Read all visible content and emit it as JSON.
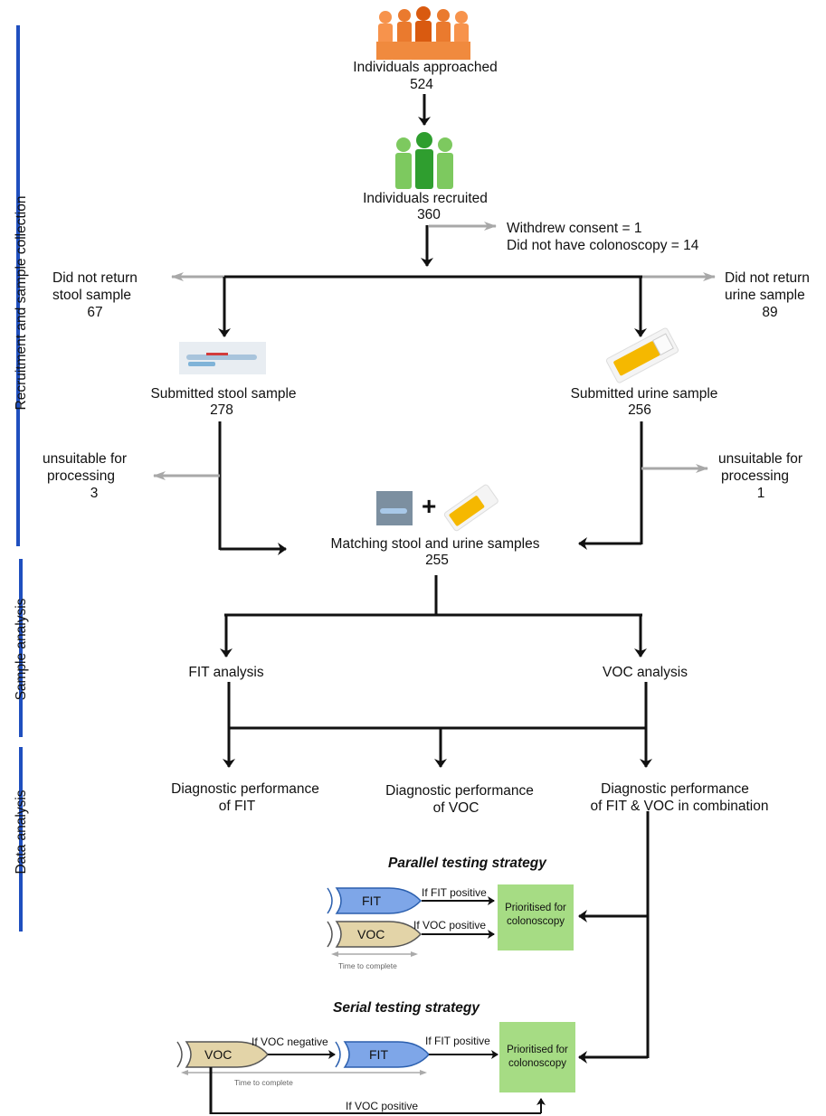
{
  "sidebar": {
    "phase1": "Recruitment and sample collection",
    "phase2": "Sample analysis",
    "phase3": "Data analysis"
  },
  "approached": {
    "label": "Individuals approached",
    "count": "524"
  },
  "recruited": {
    "label": "Individuals recruited",
    "count": "360"
  },
  "exclusions": {
    "withdrew": "Withdrew consent = 1",
    "no_colonoscopy": "Did not have colonoscopy = 14"
  },
  "stool": {
    "not_returned_line1": "Did not return",
    "not_returned_line2": "stool sample",
    "not_returned_count": "67",
    "submitted": "Submitted stool sample",
    "submitted_count": "278",
    "unsuitable_line1": "unsuitable for",
    "unsuitable_line2": "processing",
    "unsuitable_count": "3"
  },
  "urine": {
    "not_returned_line1": "Did not return",
    "not_returned_line2": "urine sample",
    "not_returned_count": "89",
    "submitted": "Submitted urine sample",
    "submitted_count": "256",
    "unsuitable_line1": "unsuitable for",
    "unsuitable_line2": "processing",
    "unsuitable_count": "1"
  },
  "matching": {
    "plus": "+",
    "label": "Matching stool and urine samples",
    "count": "255"
  },
  "analysis": {
    "fit": "FIT analysis",
    "voc": "VOC analysis"
  },
  "performance": {
    "fit_line1": "Diagnostic performance",
    "fit_line2": "of FIT",
    "voc_line1": "Diagnostic performance",
    "voc_line2": "of VOC",
    "combo_line1": "Diagnostic performance",
    "combo_line2": "of FIT & VOC in combination"
  },
  "parallel": {
    "title": "Parallel testing strategy",
    "fit": "FIT",
    "voc": "VOC",
    "if_fit_positive": "If FIT positive",
    "if_voc_positive": "If VOC positive",
    "outcome_line1": "Prioritised for",
    "outcome_line2": "colonoscopy",
    "time": "Time to complete"
  },
  "serial": {
    "title": "Serial testing strategy",
    "voc": "VOC",
    "fit": "FIT",
    "if_voc_negative": "If VOC negative",
    "if_fit_positive": "If FIT positive",
    "if_voc_positive": "If VOC positive",
    "outcome_line1": "Prioritised for",
    "outcome_line2": "colonoscopy",
    "time": "Time to complete"
  },
  "colors": {
    "people_orange": "#f7934c",
    "people_orange_dark": "#e06618",
    "people_green": "#7dc95f",
    "people_green_dark": "#2f9e2f",
    "phase_bar": "#1f4fbf",
    "fit_blue": "#7ea6e8",
    "voc_tan": "#e3d4a8",
    "outcome_green": "#a6dc84",
    "exclusion_arrow": "#a8a8a8",
    "urine_yellow": "#f5b800"
  }
}
